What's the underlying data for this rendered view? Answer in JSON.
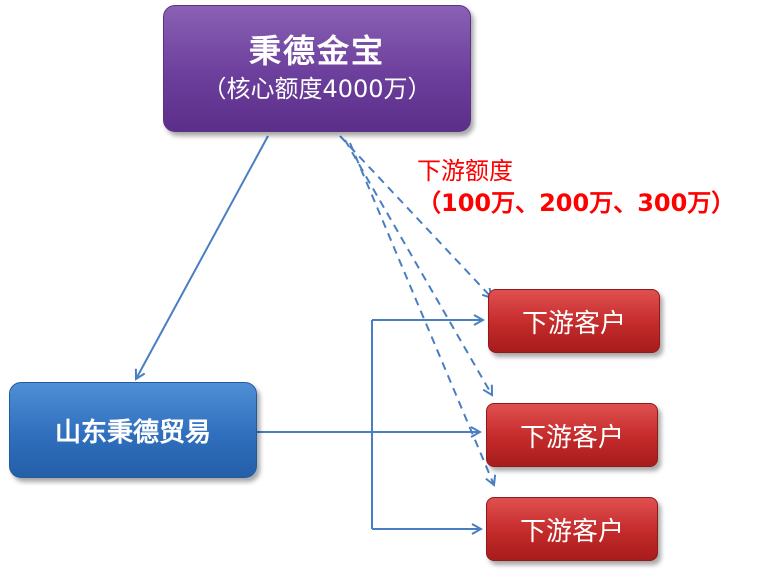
{
  "core": {
    "title": "秉德金宝",
    "subtitle": "（核心额度4000万）"
  },
  "trade": {
    "label": "山东秉德贸易"
  },
  "customers": [
    {
      "label": "下游客户"
    },
    {
      "label": "下游客户"
    },
    {
      "label": "下游客户"
    }
  ],
  "quota": {
    "title": "下游额度",
    "detail": "（100万、200万、300万）"
  },
  "colors": {
    "core": "#6c3f9c",
    "trade": "#2f6fbd",
    "customer": "#c42a2a",
    "quota_text": "#ff0000",
    "arrow": "#4a7ec2"
  }
}
